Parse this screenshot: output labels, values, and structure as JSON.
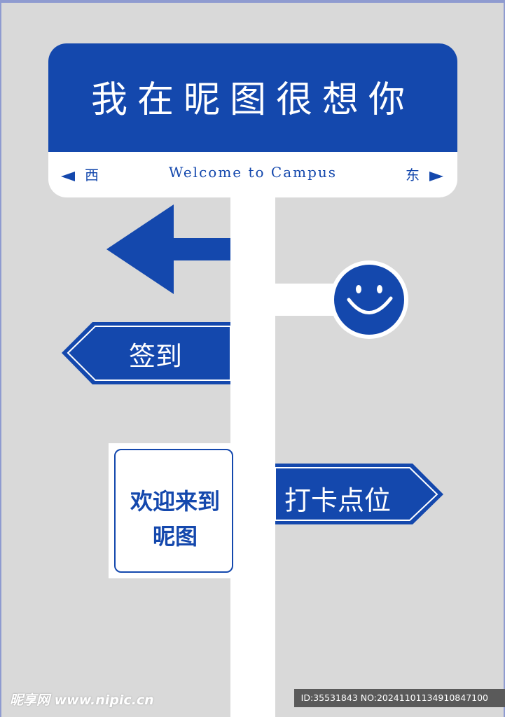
{
  "colors": {
    "brand_blue": "#1448ad",
    "background": "#d9d9d9",
    "pole": "#ffffff"
  },
  "board": {
    "title": "我在昵图很想你",
    "subtitle": "Welcome to Campus",
    "west_label": "西",
    "east_label": "东"
  },
  "signs": {
    "checkin_label": "签到",
    "photo_spot_label": "打卡点位",
    "welcome_line1": "欢迎来到",
    "welcome_line2": "昵图"
  },
  "icons": [
    "arrow-left-icon",
    "smiley-face-icon",
    "triangle-left-icon",
    "triangle-right-icon"
  ],
  "watermark": {
    "site": "昵享网 www.nipic.cn",
    "id_text": "ID:35531843 NO:20241101134910847100"
  }
}
